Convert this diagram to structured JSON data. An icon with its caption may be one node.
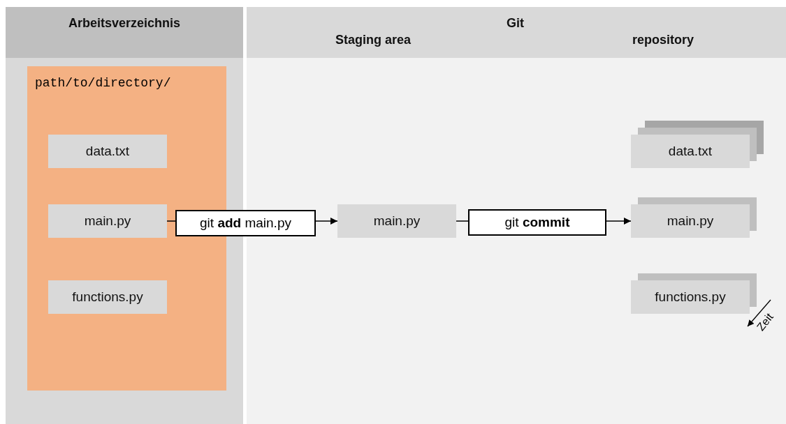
{
  "diagram": {
    "nodes": [
      {
        "text": [
          "Arbeitsverzeichnis"
        ]
      },
      {
        "text": [
          "path/to/directory/"
        ],
        "in": 0
      },
      {
        "text": [
          "data.txt"
        ],
        "in": 1
      },
      {
        "text": [
          "main.py"
        ],
        "in": 1
      },
      {
        "text": [
          "functions.py"
        ],
        "in": 1
      },
      {
        "text": [
          "Git"
        ]
      },
      {
        "text": [
          "main.py"
        ],
        "in": 5
      },
      {
        "text": [
          "data.txt"
        ],
        "in": 5
      },
      {
        "text": [
          "main.py"
        ],
        "in": 5
      },
      {
        "text": [
          "functions.py"
        ],
        "in": 5
      }
    ],
    "edges": [
      {
        "from": 3,
        "to": 6,
        "arrow": "to",
        "label": "git **add** main.py"
      },
      {
        "from": 6,
        "to": 8,
        "arrow": "to",
        "label": "git **commit**"
      }
    ],
    "labels": [
      "Staging area",
      "repository",
      "Zeit"
    ]
  }
}
